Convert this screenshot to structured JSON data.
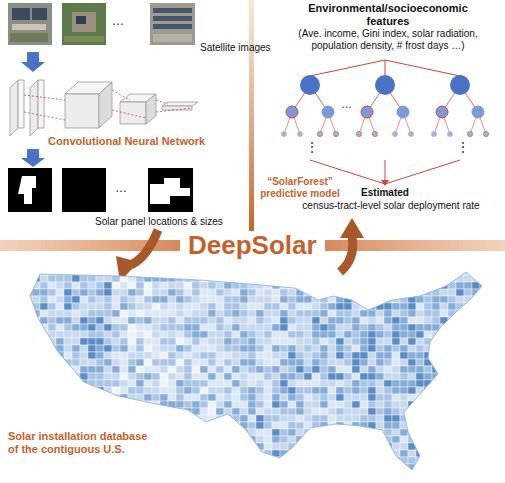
{
  "diagram": {
    "nodes": [
      {
        "text": [
          "DeepSolar"
        ]
      }
    ],
    "labels": [
      "…",
      "Satellite images",
      "Convolutional Neural Network",
      "…",
      "Solar panel locations & sizes",
      "Environmental/socioeconomic features",
      "(Ave. income, Gini index, solar radiation, population density, # frost days …)",
      "⋮",
      "⋮",
      "…",
      "“SolarForest” predictive model",
      "Estimated",
      "census-tract-level solar deployment rate",
      "Solar installation database of the contiguous U.S."
    ]
  }
}
